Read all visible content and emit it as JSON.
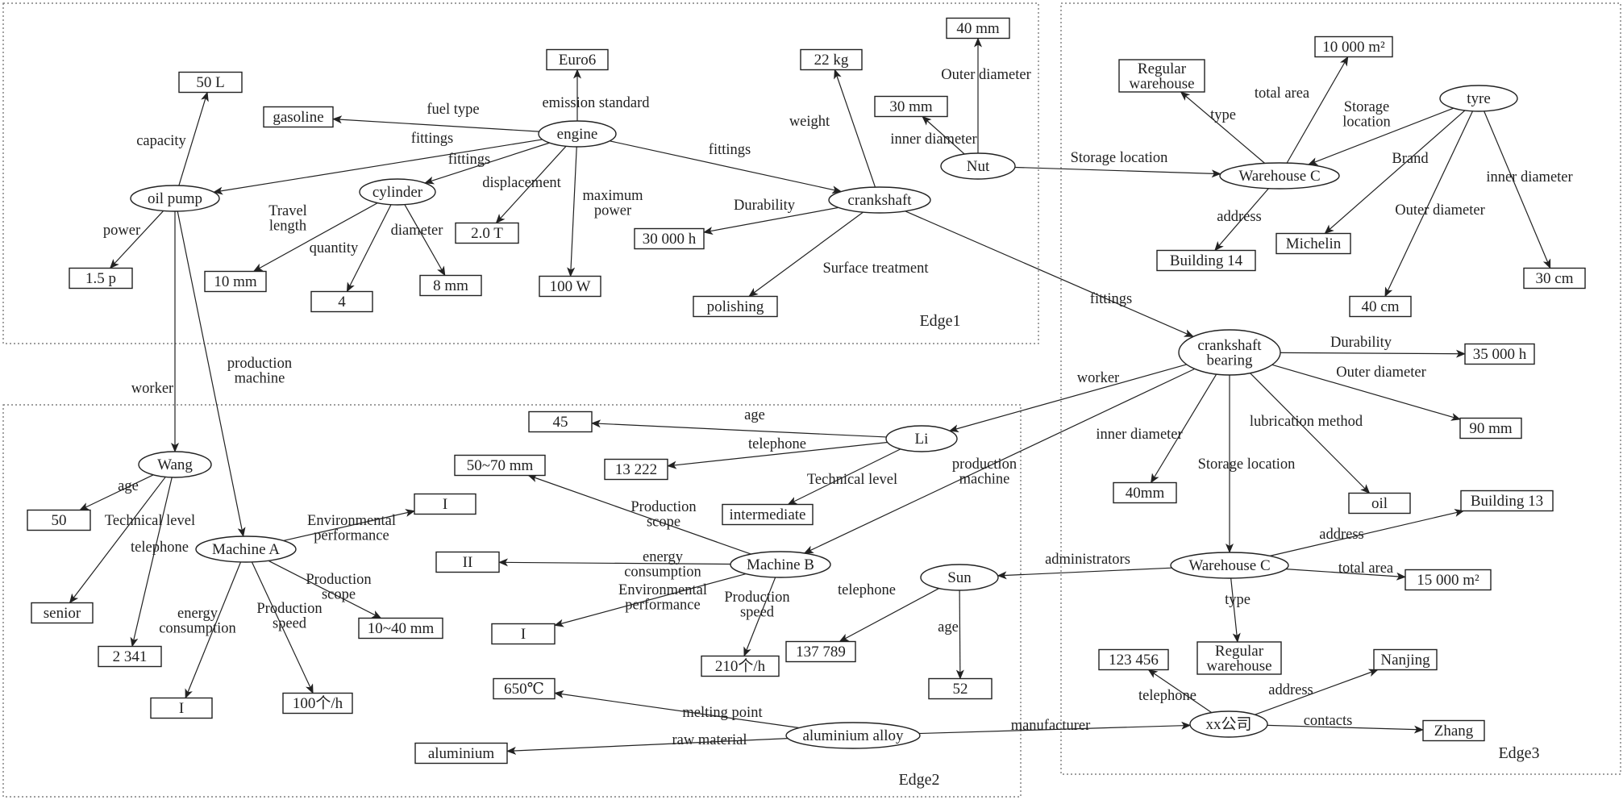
{
  "regions": [
    {
      "id": "edge1",
      "label": "Edge1"
    },
    {
      "id": "edge2",
      "label": "Edge2"
    },
    {
      "id": "edge3",
      "label": "Edge3"
    }
  ],
  "nodes": [
    {
      "id": "capacity50",
      "label": "50 L",
      "shape": "rect"
    },
    {
      "id": "euro6",
      "label": "Euro6",
      "shape": "rect"
    },
    {
      "id": "kg22",
      "label": "22 kg",
      "shape": "rect"
    },
    {
      "id": "mm40a",
      "label": "40 mm",
      "shape": "rect"
    },
    {
      "id": "gasoline",
      "label": "gasoline",
      "shape": "rect"
    },
    {
      "id": "engine",
      "label": "engine",
      "shape": "ellipse"
    },
    {
      "id": "mm30",
      "label": "30 mm",
      "shape": "rect"
    },
    {
      "id": "nut",
      "label": "Nut",
      "shape": "ellipse"
    },
    {
      "id": "oilpump",
      "label": "oil pump",
      "shape": "ellipse"
    },
    {
      "id": "cylinder",
      "label": "cylinder",
      "shape": "ellipse"
    },
    {
      "id": "crankshaft",
      "label": "crankshaft",
      "shape": "ellipse"
    },
    {
      "id": "p15",
      "label": "1.5 p",
      "shape": "rect"
    },
    {
      "id": "mm10",
      "label": "10 mm",
      "shape": "rect"
    },
    {
      "id": "t20",
      "label": "2.0 T",
      "shape": "rect"
    },
    {
      "id": "h30000",
      "label": "30 000 h",
      "shape": "rect"
    },
    {
      "id": "four",
      "label": "4",
      "shape": "rect"
    },
    {
      "id": "mm8",
      "label": "8 mm",
      "shape": "rect"
    },
    {
      "id": "w100",
      "label": "100 W",
      "shape": "rect"
    },
    {
      "id": "polishing",
      "label": "polishing",
      "shape": "rect"
    },
    {
      "id": "regwh1",
      "label": "Regular\nwarehouse",
      "shape": "rect"
    },
    {
      "id": "m10000",
      "label": "10 000 m²",
      "shape": "rect"
    },
    {
      "id": "tyre",
      "label": "tyre",
      "shape": "ellipse"
    },
    {
      "id": "whC1",
      "label": "Warehouse C",
      "shape": "ellipse"
    },
    {
      "id": "michelin",
      "label": "Michelin",
      "shape": "rect"
    },
    {
      "id": "bld14",
      "label": "Building 14",
      "shape": "rect"
    },
    {
      "id": "cm30",
      "label": "30 cm",
      "shape": "rect"
    },
    {
      "id": "cm40",
      "label": "40 cm",
      "shape": "rect"
    },
    {
      "id": "bearing",
      "label": "crankshaft\nbearing",
      "shape": "ellipse"
    },
    {
      "id": "h35000",
      "label": "35 000 h",
      "shape": "rect"
    },
    {
      "id": "mm90",
      "label": "90 mm",
      "shape": "rect"
    },
    {
      "id": "mm40b",
      "label": "40mm",
      "shape": "rect"
    },
    {
      "id": "oil",
      "label": "oil",
      "shape": "rect"
    },
    {
      "id": "whC2",
      "label": "Warehouse C",
      "shape": "ellipse"
    },
    {
      "id": "bld13",
      "label": "Building 13",
      "shape": "rect"
    },
    {
      "id": "m15000",
      "label": "15 000 m²",
      "shape": "rect"
    },
    {
      "id": "regwh2",
      "label": "Regular\nwarehouse",
      "shape": "rect"
    },
    {
      "id": "wang",
      "label": "Wang",
      "shape": "ellipse"
    },
    {
      "id": "age50",
      "label": "50",
      "shape": "rect"
    },
    {
      "id": "senior",
      "label": "senior",
      "shape": "rect"
    },
    {
      "id": "tel2341",
      "label": "2 341",
      "shape": "rect"
    },
    {
      "id": "machA",
      "label": "Machine A",
      "shape": "ellipse"
    },
    {
      "id": "envA",
      "label": "I",
      "shape": "rect"
    },
    {
      "id": "mm1040",
      "label": "10~40 mm",
      "shape": "rect"
    },
    {
      "id": "engA",
      "label": "I",
      "shape": "rect"
    },
    {
      "id": "speedA",
      "label": "100个/h",
      "shape": "rect"
    },
    {
      "id": "age45",
      "label": "45",
      "shape": "rect"
    },
    {
      "id": "li",
      "label": "Li",
      "shape": "ellipse"
    },
    {
      "id": "tel13222",
      "label": "13 222",
      "shape": "rect"
    },
    {
      "id": "intermediate",
      "label": "intermediate",
      "shape": "rect"
    },
    {
      "id": "mm5070",
      "label": "50~70 mm",
      "shape": "rect"
    },
    {
      "id": "ii",
      "label": "II",
      "shape": "rect"
    },
    {
      "id": "machB",
      "label": "Machine B",
      "shape": "ellipse"
    },
    {
      "id": "envB",
      "label": "I",
      "shape": "rect"
    },
    {
      "id": "speedB",
      "label": "210个/h",
      "shape": "rect"
    },
    {
      "id": "sun",
      "label": "Sun",
      "shape": "ellipse"
    },
    {
      "id": "tel137789",
      "label": "137 789",
      "shape": "rect"
    },
    {
      "id": "age52",
      "label": "52",
      "shape": "rect"
    },
    {
      "id": "c650",
      "label": "650℃",
      "shape": "rect"
    },
    {
      "id": "aluminium",
      "label": "aluminium",
      "shape": "rect"
    },
    {
      "id": "alloy",
      "label": "aluminium alloy",
      "shape": "ellipse"
    },
    {
      "id": "company",
      "label": "xx公司",
      "shape": "ellipse"
    },
    {
      "id": "tel123456",
      "label": "123 456",
      "shape": "rect"
    },
    {
      "id": "nanjing",
      "label": "Nanjing",
      "shape": "rect"
    },
    {
      "id": "zhang",
      "label": "Zhang",
      "shape": "rect"
    }
  ],
  "edges": [
    {
      "from": "oilpump",
      "to": "capacity50",
      "label": "capacity"
    },
    {
      "from": "engine",
      "to": "euro6",
      "label": "emission standard"
    },
    {
      "from": "engine",
      "to": "gasoline",
      "label": "fuel type"
    },
    {
      "from": "engine",
      "to": "oilpump",
      "label": "fittings"
    },
    {
      "from": "engine",
      "to": "cylinder",
      "label": "fittings"
    },
    {
      "from": "engine",
      "to": "t20",
      "label": "displacement"
    },
    {
      "from": "engine",
      "to": "w100",
      "label": "maximum\npower"
    },
    {
      "from": "engine",
      "to": "crankshaft",
      "label": "fittings"
    },
    {
      "from": "oilpump",
      "to": "p15",
      "label": "power"
    },
    {
      "from": "cylinder",
      "to": "mm10",
      "label": "Travel\nlength"
    },
    {
      "from": "cylinder",
      "to": "four",
      "label": "quantity"
    },
    {
      "from": "cylinder",
      "to": "mm8",
      "label": "diameter"
    },
    {
      "from": "crankshaft",
      "to": "kg22",
      "label": "weight"
    },
    {
      "from": "crankshaft",
      "to": "h30000",
      "label": "Durability"
    },
    {
      "from": "crankshaft",
      "to": "polishing",
      "label": "Surface treatment"
    },
    {
      "from": "nut",
      "to": "mm40a",
      "label": "Outer diameter"
    },
    {
      "from": "nut",
      "to": "mm30",
      "label": "inner diameter"
    },
    {
      "from": "nut",
      "to": "whC1",
      "label": "Storage location"
    },
    {
      "from": "whC1",
      "to": "regwh1",
      "label": "type"
    },
    {
      "from": "whC1",
      "to": "m10000",
      "label": "total area"
    },
    {
      "from": "tyre",
      "to": "whC1",
      "label": "Storage\nlocation"
    },
    {
      "from": "tyre",
      "to": "michelin",
      "label": "Brand"
    },
    {
      "from": "tyre",
      "to": "cm40",
      "label": "Outer diameter"
    },
    {
      "from": "tyre",
      "to": "cm30",
      "label": "inner diameter"
    },
    {
      "from": "whC1",
      "to": "bld14",
      "label": "address"
    },
    {
      "from": "crankshaft",
      "to": "bearing",
      "label": "fittings"
    },
    {
      "from": "bearing",
      "to": "h35000",
      "label": "Durability"
    },
    {
      "from": "bearing",
      "to": "mm90",
      "label": "Outer diameter"
    },
    {
      "from": "bearing",
      "to": "li",
      "label": "worker"
    },
    {
      "from": "bearing",
      "to": "mm40b",
      "label": "inner diameter"
    },
    {
      "from": "bearing",
      "to": "oil",
      "label": "lubrication method"
    },
    {
      "from": "bearing",
      "to": "whC2",
      "label": "Storage location"
    },
    {
      "from": "bearing",
      "to": "machB",
      "label": "production\nmachine"
    },
    {
      "from": "whC2",
      "to": "bld13",
      "label": "address"
    },
    {
      "from": "whC2",
      "to": "m15000",
      "label": "total area"
    },
    {
      "from": "whC2",
      "to": "regwh2",
      "label": "type"
    },
    {
      "from": "whC2",
      "to": "sun",
      "label": "administrators"
    },
    {
      "from": "oilpump",
      "to": "wang",
      "label": "worker"
    },
    {
      "from": "oilpump",
      "to": "machA",
      "label": "production\nmachine"
    },
    {
      "from": "wang",
      "to": "age50",
      "label": "age"
    },
    {
      "from": "wang",
      "to": "senior",
      "label": "Technical level"
    },
    {
      "from": "wang",
      "to": "tel2341",
      "label": "telephone"
    },
    {
      "from": "machA",
      "to": "envA",
      "label": "Environmental\nperformance"
    },
    {
      "from": "machA",
      "to": "mm1040",
      "label": "Production\nscope"
    },
    {
      "from": "machA",
      "to": "engA",
      "label": "energy\nconsumption"
    },
    {
      "from": "machA",
      "to": "speedA",
      "label": "Production\nspeed"
    },
    {
      "from": "li",
      "to": "age45",
      "label": "age"
    },
    {
      "from": "li",
      "to": "tel13222",
      "label": "telephone"
    },
    {
      "from": "li",
      "to": "intermediate",
      "label": "Technical level"
    },
    {
      "from": "machB",
      "to": "mm5070",
      "label": "Production\nscope"
    },
    {
      "from": "machB",
      "to": "ii",
      "label": "energy\nconsumption"
    },
    {
      "from": "machB",
      "to": "envB",
      "label": "Environmental\nperformance"
    },
    {
      "from": "machB",
      "to": "speedB",
      "label": "Production\nspeed"
    },
    {
      "from": "sun",
      "to": "tel137789",
      "label": "telephone"
    },
    {
      "from": "sun",
      "to": "age52",
      "label": "age"
    },
    {
      "from": "alloy",
      "to": "c650",
      "label": "melting point"
    },
    {
      "from": "alloy",
      "to": "aluminium",
      "label": "raw material"
    },
    {
      "from": "alloy",
      "to": "company",
      "label": "manufacturer"
    },
    {
      "from": "company",
      "to": "tel123456",
      "label": "telephone"
    },
    {
      "from": "company",
      "to": "nanjing",
      "label": "address"
    },
    {
      "from": "company",
      "to": "zhang",
      "label": "contacts"
    }
  ]
}
